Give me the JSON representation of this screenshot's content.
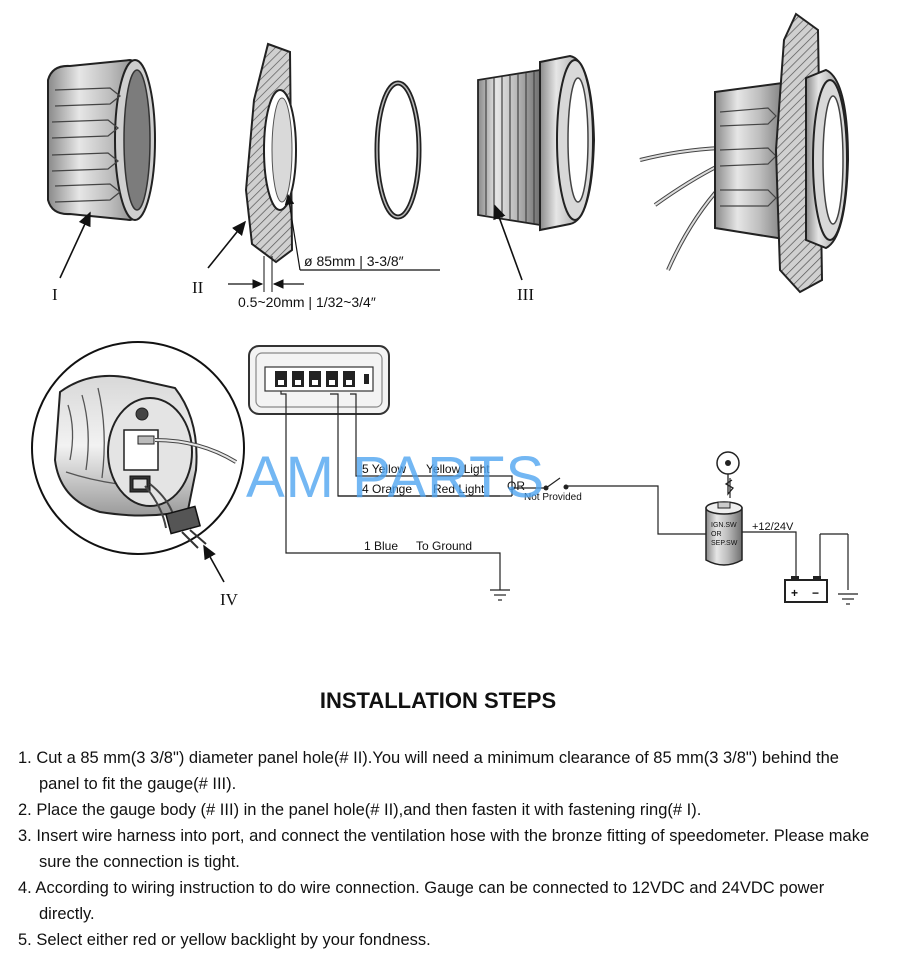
{
  "diagram": {
    "part_labels": {
      "ring": "I",
      "panel": "II",
      "gauge": "III",
      "harness": "IV"
    },
    "dimensions": {
      "hole_diameter": "ø 85mm | 3-3/8″",
      "panel_thickness": "0.5~20mm | 1/32~3/4″"
    },
    "wiring": {
      "yellow_wire": "5  Yellow",
      "yellow_wire_use": "Yellow Light",
      "orange_wire": "4  Orange",
      "orange_wire_use": "Red Light",
      "or_text": "OR",
      "not_provided": "Not  Provided",
      "blue_wire": "1  Blue",
      "blue_wire_use": "To Ground",
      "switch_line1": "IGN.SW",
      "switch_line2": "OR",
      "switch_line3": "SEP.SW",
      "voltage": "+12/24V",
      "battery_plus": "+",
      "battery_minus": "−"
    },
    "watermark": "AM PARTS"
  },
  "instructions": {
    "title": "INSTALLATION STEPS",
    "steps": [
      "1. Cut a 85 mm(3 3/8\") diameter panel hole(# II).You will need a minimum clearance of 85 mm(3 3/8\") behind the panel to fit the gauge(# III).",
      "2. Place the gauge body (# III) in the panel hole(# II),and then fasten it with fastening ring(# I).",
      "3. Insert wire harness into port, and connect the ventilation hose with the bronze fitting of speedometer. Please make sure the connection is tight.",
      "4. According to wiring instruction to do wire connection. Gauge can be connected to 12VDC and 24VDC power directly.",
      "5. Select either red or yellow backlight by your fondness."
    ]
  }
}
